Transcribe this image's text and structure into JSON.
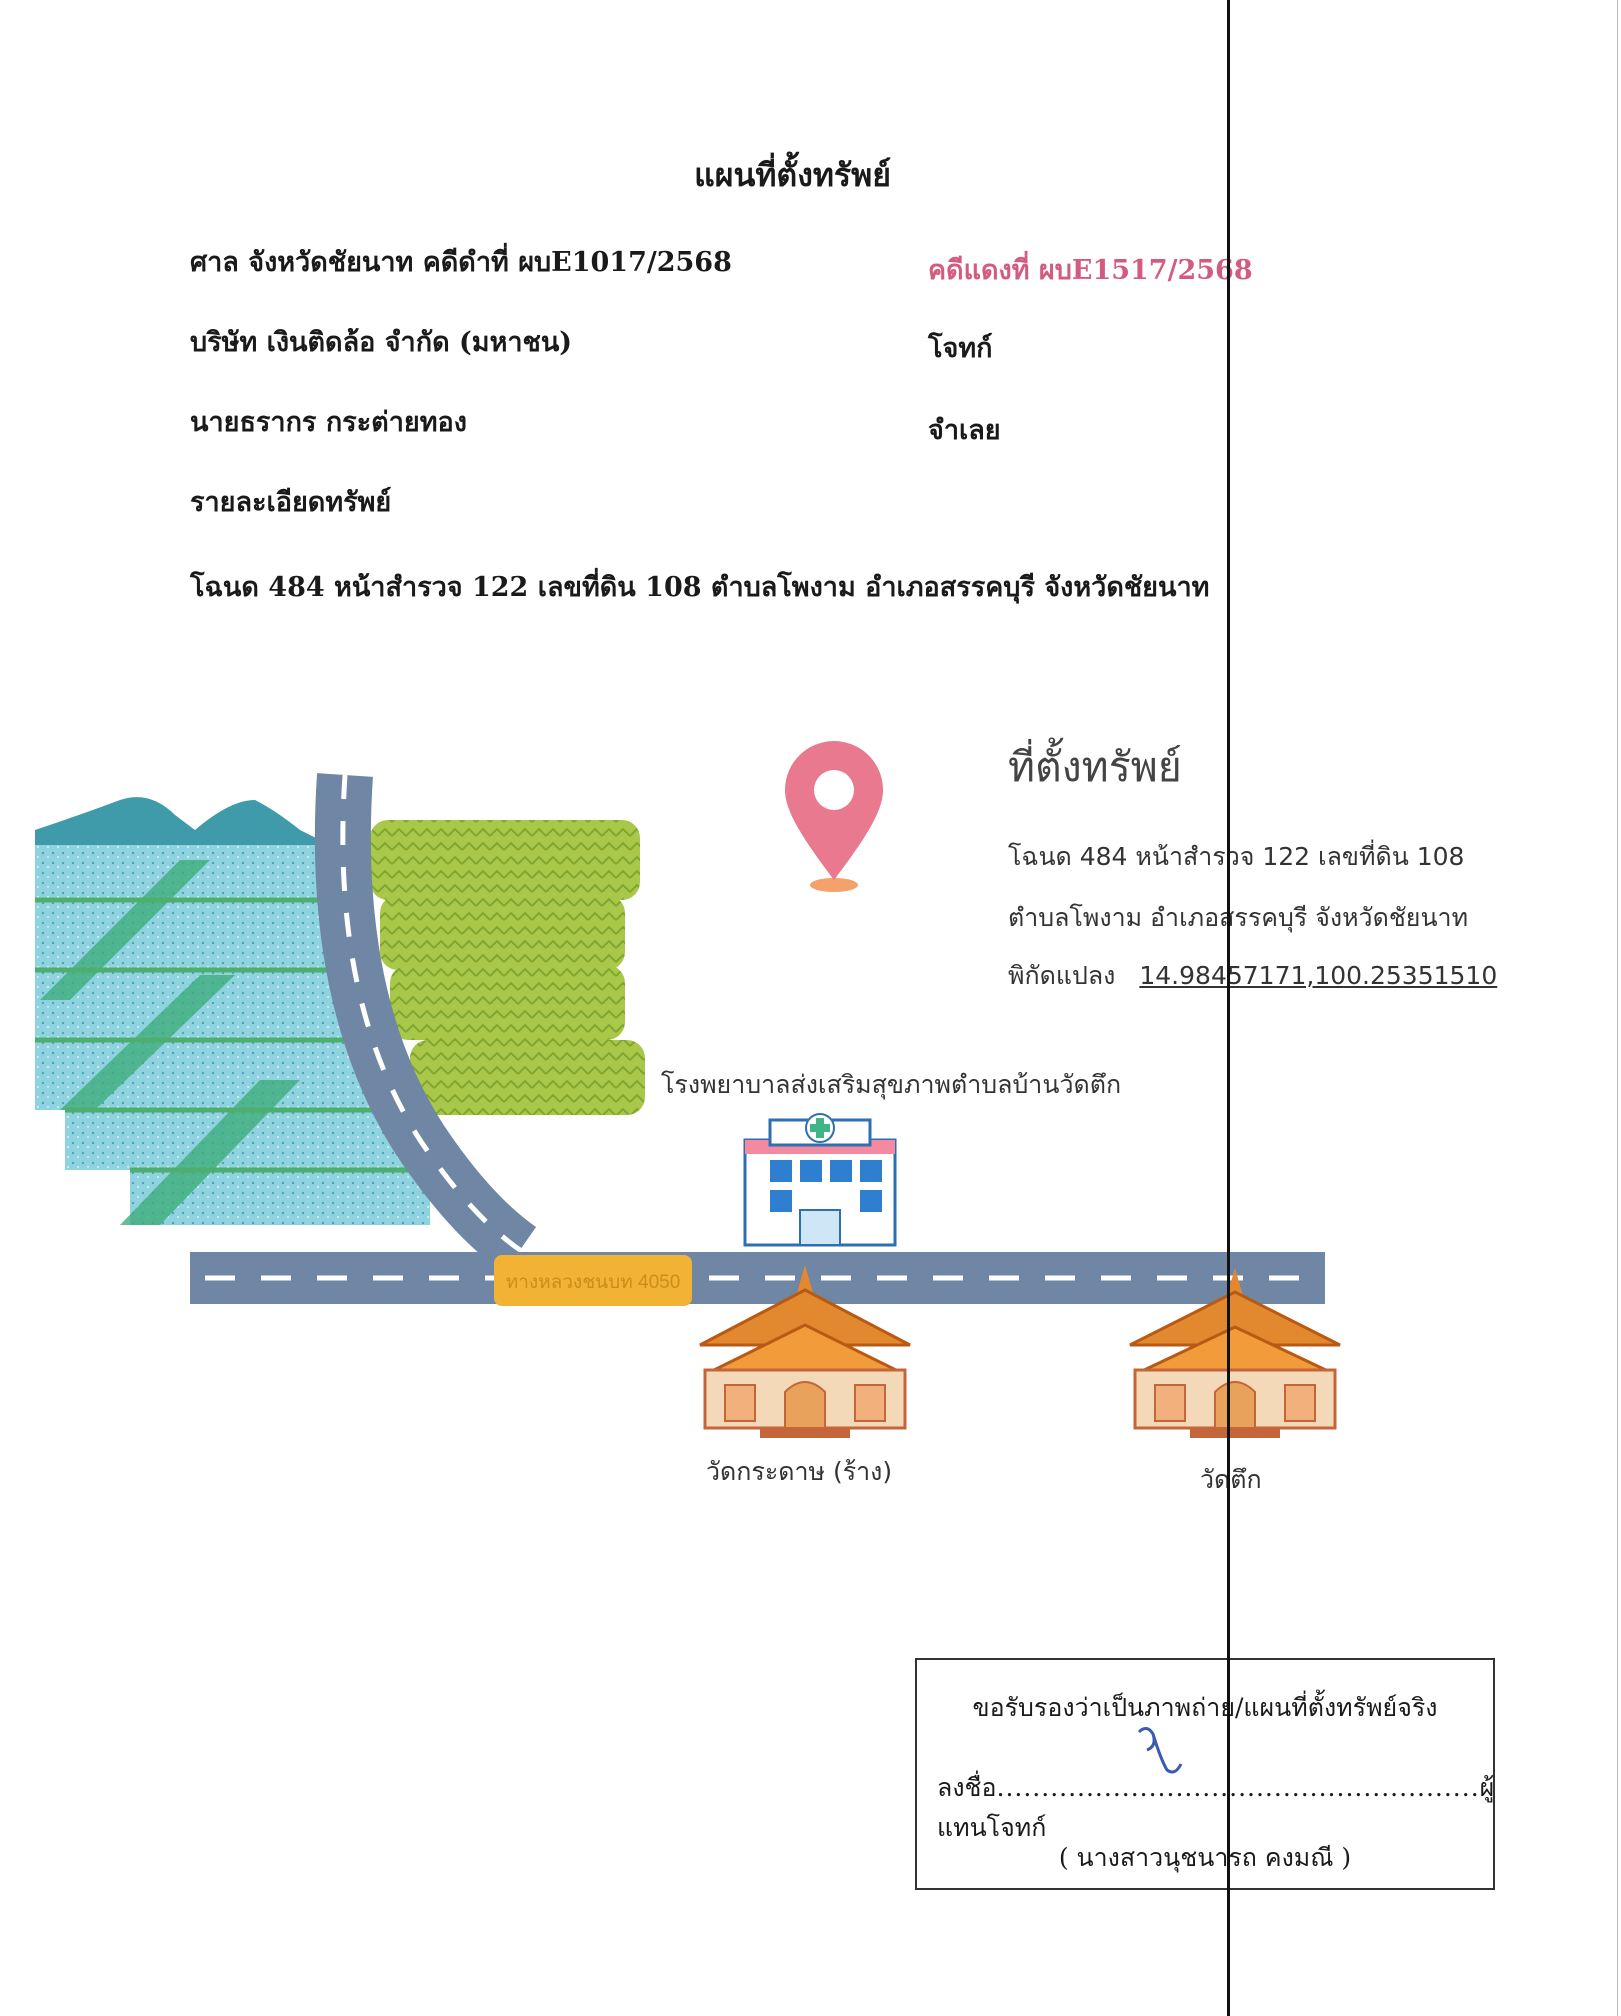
{
  "header": {
    "title": "แผนที่ตั้งทรัพย์",
    "court_line": "ศาล  จังหวัดชัยนาท  คดีดำที่ ผบE1017/2568",
    "red_case": "คดีแดงที่ ผบE1517/2568",
    "plaintiff_name": "บริษัท เงินติดล้อ จำกัด (มหาชน)",
    "plaintiff_role": "โจทก์",
    "defendant_name": "นายธรากร กระต่ายทอง",
    "defendant_role": "จำเลย",
    "details_heading": "รายละเอียดทรัพย์",
    "deed_line": "โฉนด 484 หน้าสำรวจ 122 เลขที่ดิน 108  ตำบลโพงาม อำเภอสรรคบุรี  จังหวัดชัยนาท"
  },
  "location": {
    "heading": "ที่ตั้งทรัพย์",
    "line1": "โฉนด 484 หน้าสำรวจ 122 เลขที่ดิน 108",
    "line2": "ตำบลโพงาม อำเภอสรรคบุรี จังหวัดชัยนาท",
    "coords_label": "พิกัดแปลง",
    "coords_value": "14.98457171,100.25351510"
  },
  "map": {
    "clinic_label": "โรงพยาบาลส่งเสริมสุขภาพตำบลบ้านวัดตึก",
    "road_label": "ทางหลวงชนบท 4050",
    "temple1_label": "วัดกระดาษ (ร้าง)",
    "temple2_label": "วัดตึก",
    "pin_icon": "map-pin-icon",
    "colors": {
      "pin": "#e8798f",
      "road": "#6f86a4",
      "field": "#7ec8d8",
      "crop": "#9dbd3c",
      "mountain": "#3f9aaa",
      "temple_roof": "#e2892f"
    }
  },
  "certification": {
    "line1": "ขอรับรองว่าเป็นภาพถ่าย/แผนที่ตั้งทรัพย์จริง",
    "sign_prefix": "ลงชื่อ",
    "sign_dots": "......................................................",
    "sign_suffix": "ผู้แทนโจทก์",
    "name": "( นางสาวนุชนารถ คงมณี )"
  }
}
